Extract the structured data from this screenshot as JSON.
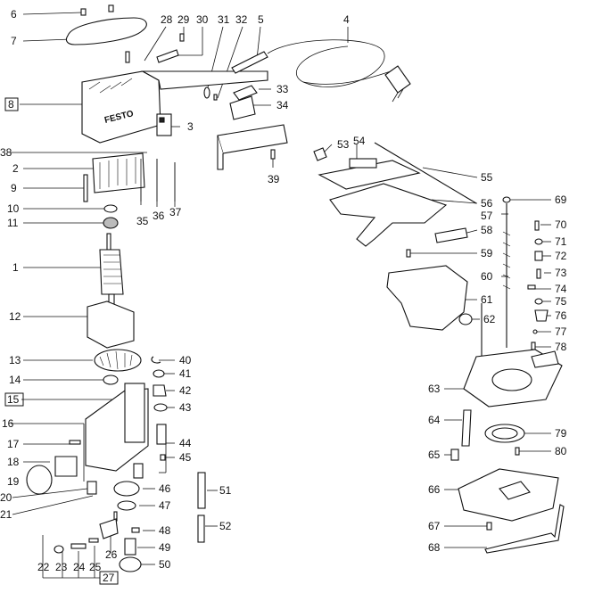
{
  "brand_marking": "FESTO",
  "callouts": [
    "1",
    "2",
    "3",
    "4",
    "5",
    "6",
    "7",
    "8",
    "9",
    "10",
    "11",
    "12",
    "13",
    "14",
    "15",
    "16",
    "17",
    "18",
    "19",
    "20",
    "21",
    "22",
    "23",
    "24",
    "25",
    "26",
    "27",
    "28",
    "29",
    "30",
    "31",
    "32",
    "33",
    "34",
    "35",
    "36",
    "37",
    "38",
    "39",
    "40",
    "41",
    "42",
    "43",
    "44",
    "45",
    "46",
    "47",
    "48",
    "49",
    "50",
    "51",
    "52",
    "53",
    "54",
    "55",
    "56",
    "57",
    "58",
    "59",
    "60",
    "61",
    "62",
    "63",
    "64",
    "65",
    "66",
    "67",
    "68",
    "69",
    "70",
    "71",
    "72",
    "73",
    "74",
    "75",
    "76",
    "77",
    "78",
    "79",
    "80"
  ],
  "boxed_callouts": [
    "8",
    "15",
    "27"
  ]
}
